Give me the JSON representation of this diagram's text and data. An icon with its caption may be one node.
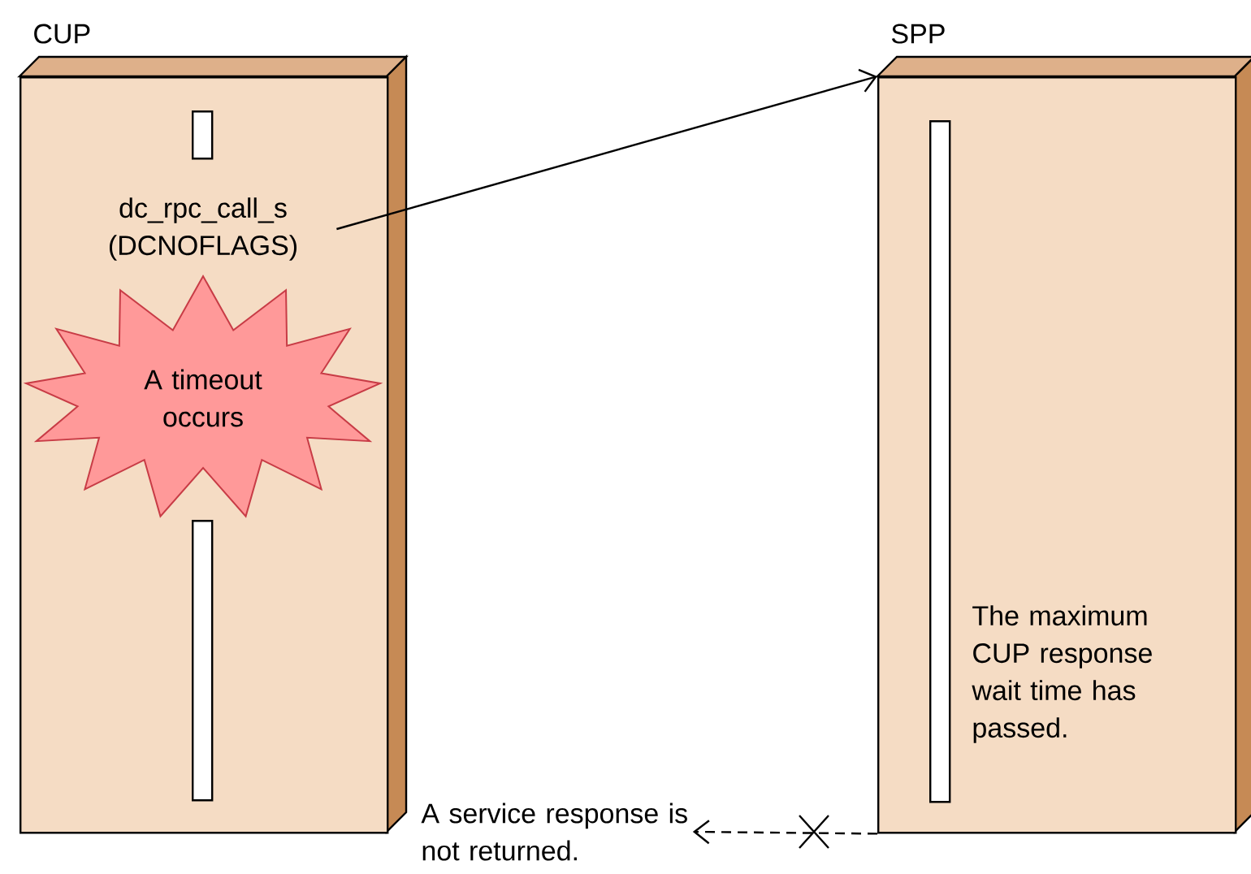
{
  "diagram": {
    "nodes": [
      {
        "text": [
          "CUP"
        ]
      },
      {
        "text": [],
        "shape": "bar",
        "in": 0
      },
      {
        "text": [
          "dc_rpc_call_s (DCNOFLAGS)"
        ],
        "in": 0
      },
      {
        "text": [
          "A timeout occurs"
        ],
        "in": 0
      },
      {
        "text": [],
        "shape": "bar",
        "in": 0
      },
      {
        "text": [
          "SPP"
        ]
      },
      {
        "text": [],
        "shape": "bar",
        "in": 5
      },
      {
        "text": [
          "The maximum CUP response wait time has passed."
        ],
        "in": 5
      },
      {
        "text": [
          "A service response is not returned."
        ]
      }
    ],
    "edges": [
      {
        "from": 2,
        "to": 5,
        "arrow": "to"
      },
      {
        "from": 5,
        "to": 8,
        "arrow": "to",
        "style": "dashed"
      }
    ]
  }
}
